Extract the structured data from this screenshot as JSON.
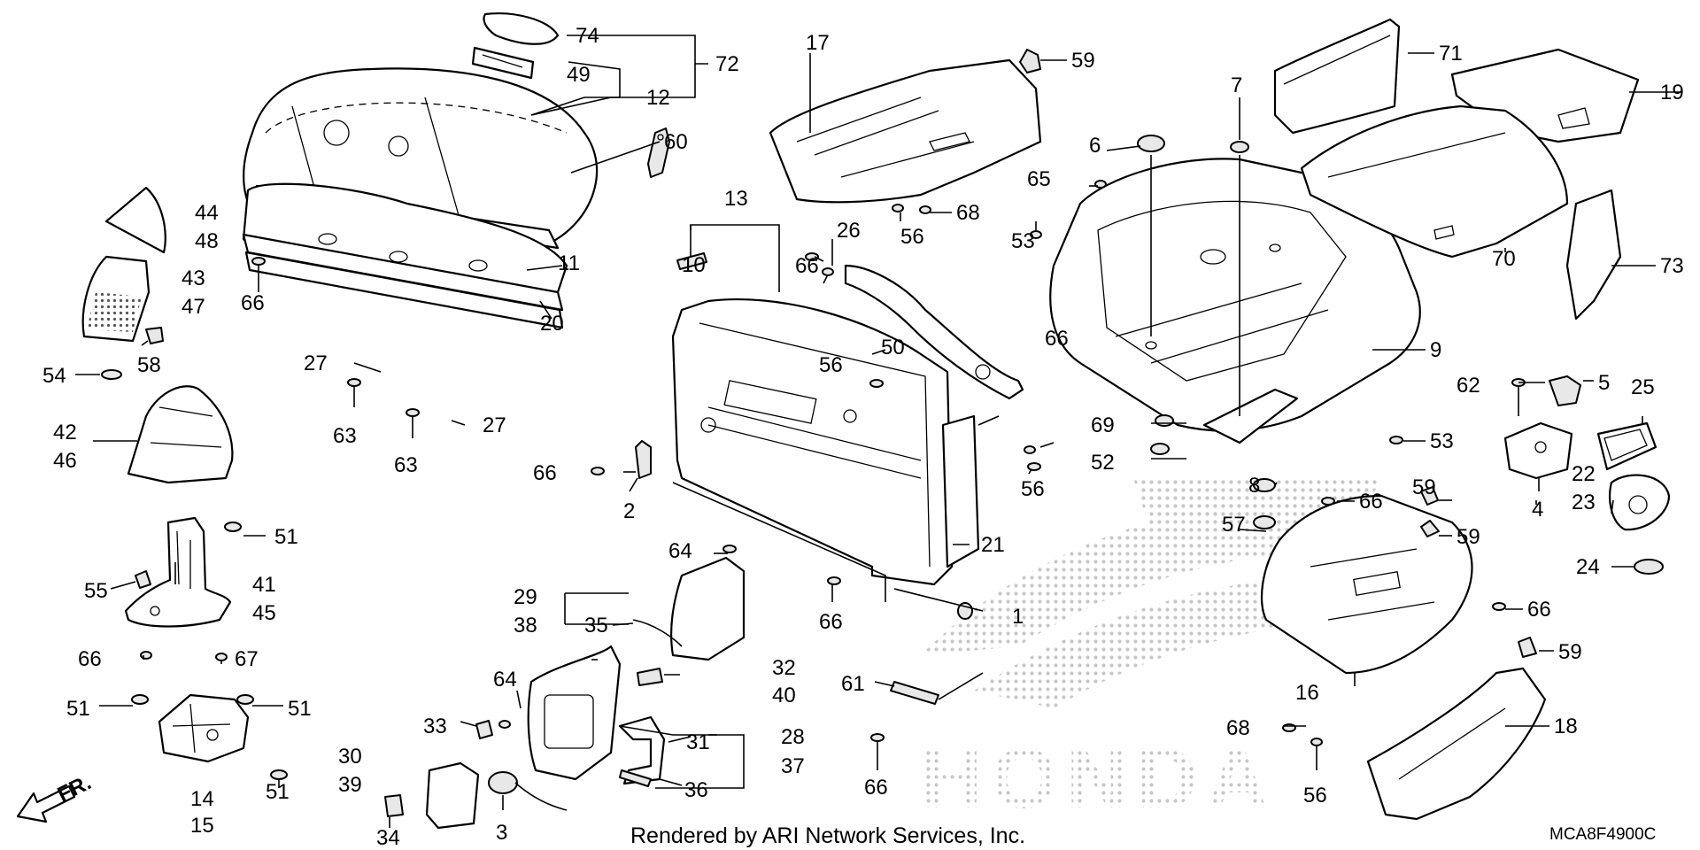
{
  "footer": {
    "credit": "Rendered by ARI Network Services, Inc.",
    "diagram_code": "MCA8F4900C",
    "direction": "FR."
  },
  "watermark": "HONDA",
  "callouts": [
    {
      "id": "c1",
      "text": "1"
    },
    {
      "id": "c2",
      "text": "2"
    },
    {
      "id": "c3",
      "text": "3"
    },
    {
      "id": "c4",
      "text": "4"
    },
    {
      "id": "c5",
      "text": "5"
    },
    {
      "id": "c6",
      "text": "6"
    },
    {
      "id": "c7",
      "text": "7"
    },
    {
      "id": "c8",
      "text": "8"
    },
    {
      "id": "c9",
      "text": "9"
    },
    {
      "id": "c10",
      "text": "10"
    },
    {
      "id": "c11",
      "text": "11"
    },
    {
      "id": "c12",
      "text": "12"
    },
    {
      "id": "c13",
      "text": "13"
    },
    {
      "id": "c14",
      "text": "14"
    },
    {
      "id": "c15",
      "text": "15"
    },
    {
      "id": "c16",
      "text": "16"
    },
    {
      "id": "c17",
      "text": "17"
    },
    {
      "id": "c18",
      "text": "18"
    },
    {
      "id": "c19",
      "text": "19"
    },
    {
      "id": "c20",
      "text": "20"
    },
    {
      "id": "c21",
      "text": "21"
    },
    {
      "id": "c22",
      "text": "22"
    },
    {
      "id": "c23",
      "text": "23"
    },
    {
      "id": "c24",
      "text": "24"
    },
    {
      "id": "c25",
      "text": "25"
    },
    {
      "id": "c26",
      "text": "26"
    },
    {
      "id": "c27a",
      "text": "27"
    },
    {
      "id": "c27b",
      "text": "27"
    },
    {
      "id": "c28",
      "text": "28"
    },
    {
      "id": "c29",
      "text": "29"
    },
    {
      "id": "c30",
      "text": "30"
    },
    {
      "id": "c31",
      "text": "31"
    },
    {
      "id": "c32",
      "text": "32"
    },
    {
      "id": "c33",
      "text": "33"
    },
    {
      "id": "c34",
      "text": "34"
    },
    {
      "id": "c35",
      "text": "35"
    },
    {
      "id": "c36",
      "text": "36"
    },
    {
      "id": "c37",
      "text": "37"
    },
    {
      "id": "c38",
      "text": "38"
    },
    {
      "id": "c39",
      "text": "39"
    },
    {
      "id": "c40",
      "text": "40"
    },
    {
      "id": "c41",
      "text": "41"
    },
    {
      "id": "c42",
      "text": "42"
    },
    {
      "id": "c43",
      "text": "43"
    },
    {
      "id": "c44",
      "text": "44"
    },
    {
      "id": "c45",
      "text": "45"
    },
    {
      "id": "c46",
      "text": "46"
    },
    {
      "id": "c47",
      "text": "47"
    },
    {
      "id": "c48",
      "text": "48"
    },
    {
      "id": "c49",
      "text": "49"
    },
    {
      "id": "c50",
      "text": "50"
    },
    {
      "id": "c51a",
      "text": "51"
    },
    {
      "id": "c51b",
      "text": "51"
    },
    {
      "id": "c51c",
      "text": "51"
    },
    {
      "id": "c51d",
      "text": "51"
    },
    {
      "id": "c52",
      "text": "52"
    },
    {
      "id": "c53a",
      "text": "53"
    },
    {
      "id": "c53b",
      "text": "53"
    },
    {
      "id": "c54",
      "text": "54"
    },
    {
      "id": "c55",
      "text": "55"
    },
    {
      "id": "c56a",
      "text": "56"
    },
    {
      "id": "c56b",
      "text": "56"
    },
    {
      "id": "c56c",
      "text": "56"
    },
    {
      "id": "c56d",
      "text": "56"
    },
    {
      "id": "c57",
      "text": "57"
    },
    {
      "id": "c58",
      "text": "58"
    },
    {
      "id": "c59a",
      "text": "59"
    },
    {
      "id": "c59b",
      "text": "59"
    },
    {
      "id": "c59c",
      "text": "59"
    },
    {
      "id": "c59d",
      "text": "59"
    },
    {
      "id": "c60",
      "text": "60"
    },
    {
      "id": "c61",
      "text": "61"
    },
    {
      "id": "c62",
      "text": "62"
    },
    {
      "id": "c63a",
      "text": "63"
    },
    {
      "id": "c63b",
      "text": "63"
    },
    {
      "id": "c64a",
      "text": "64"
    },
    {
      "id": "c64b",
      "text": "64"
    },
    {
      "id": "c65",
      "text": "65"
    },
    {
      "id": "c66a",
      "text": "66"
    },
    {
      "id": "c66b",
      "text": "66"
    },
    {
      "id": "c66c",
      "text": "66"
    },
    {
      "id": "c66d",
      "text": "66"
    },
    {
      "id": "c66e",
      "text": "66"
    },
    {
      "id": "c66f",
      "text": "66"
    },
    {
      "id": "c66g",
      "text": "66"
    },
    {
      "id": "c66h",
      "text": "66"
    },
    {
      "id": "c66i",
      "text": "66"
    },
    {
      "id": "c67",
      "text": "67"
    },
    {
      "id": "c68a",
      "text": "68"
    },
    {
      "id": "c68b",
      "text": "68"
    },
    {
      "id": "c69",
      "text": "69"
    },
    {
      "id": "c70",
      "text": "70"
    },
    {
      "id": "c71",
      "text": "71"
    },
    {
      "id": "c72",
      "text": "72"
    },
    {
      "id": "c73",
      "text": "73"
    },
    {
      "id": "c74",
      "text": "74"
    }
  ]
}
